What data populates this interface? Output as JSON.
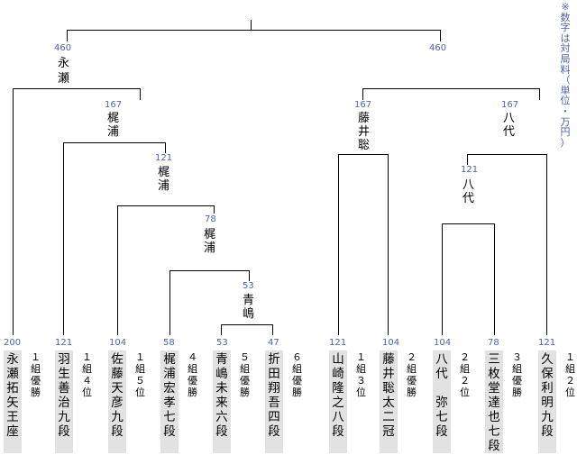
{
  "note": "※数字は対局料（単位・万円）",
  "bracket_fees": [
    {
      "id": "final-left",
      "fee": "460"
    },
    {
      "id": "final-right",
      "fee": "460"
    },
    {
      "id": "sf-left-left",
      "fee": "167"
    },
    {
      "id": "sf-right-left",
      "fee": "167"
    },
    {
      "id": "sf-right-right",
      "fee": "167"
    },
    {
      "id": "qf-left",
      "fee": "121"
    },
    {
      "id": "qf-right-right",
      "fee": "121"
    },
    {
      "id": "r2-left",
      "fee": "78"
    },
    {
      "id": "r1-left",
      "fee": "53"
    }
  ],
  "match_winners": [
    {
      "id": "final-left",
      "name": "永瀬"
    },
    {
      "id": "sf-left",
      "name": "梶浦"
    },
    {
      "id": "qf-left",
      "name": "梶浦"
    },
    {
      "id": "r2-left",
      "name": "梶浦"
    },
    {
      "id": "r1-left",
      "name": "青嶋"
    },
    {
      "id": "sf-right-left",
      "name": "藤井聡"
    },
    {
      "id": "sf-right-right",
      "name": "八代"
    },
    {
      "id": "qf-right-right",
      "name": "八代"
    }
  ],
  "players": [
    {
      "fee": "200",
      "name": "永瀬拓矢王座",
      "result": "１組優勝"
    },
    {
      "fee": "121",
      "name": "羽生善治九段",
      "result": "１組４位"
    },
    {
      "fee": "104",
      "name": "佐藤天彦九段",
      "result": "１組５位"
    },
    {
      "fee": "58",
      "name": "梶浦宏孝七段",
      "result": "４組優勝"
    },
    {
      "fee": "53",
      "name": "青嶋未来六段",
      "result": "５組優勝"
    },
    {
      "fee": "47",
      "name": "折田翔吾四段",
      "result": "６組優勝"
    },
    {
      "fee": "121",
      "name": "山崎隆之八段",
      "result": "１組３位"
    },
    {
      "fee": "104",
      "name": "藤井聡太二冠",
      "result": "２組優勝"
    },
    {
      "fee": "104",
      "name": "八代　弥七段",
      "result": "２組２位"
    },
    {
      "fee": "78",
      "name": "三枚堂達也七段",
      "result": "３組優勝"
    },
    {
      "fee": "121",
      "name": "久保利明九段",
      "result": "１組２位"
    }
  ],
  "colors": {
    "line": "#000000",
    "fee_text": "#4f62a8",
    "name_box": "#e2e2e2"
  }
}
